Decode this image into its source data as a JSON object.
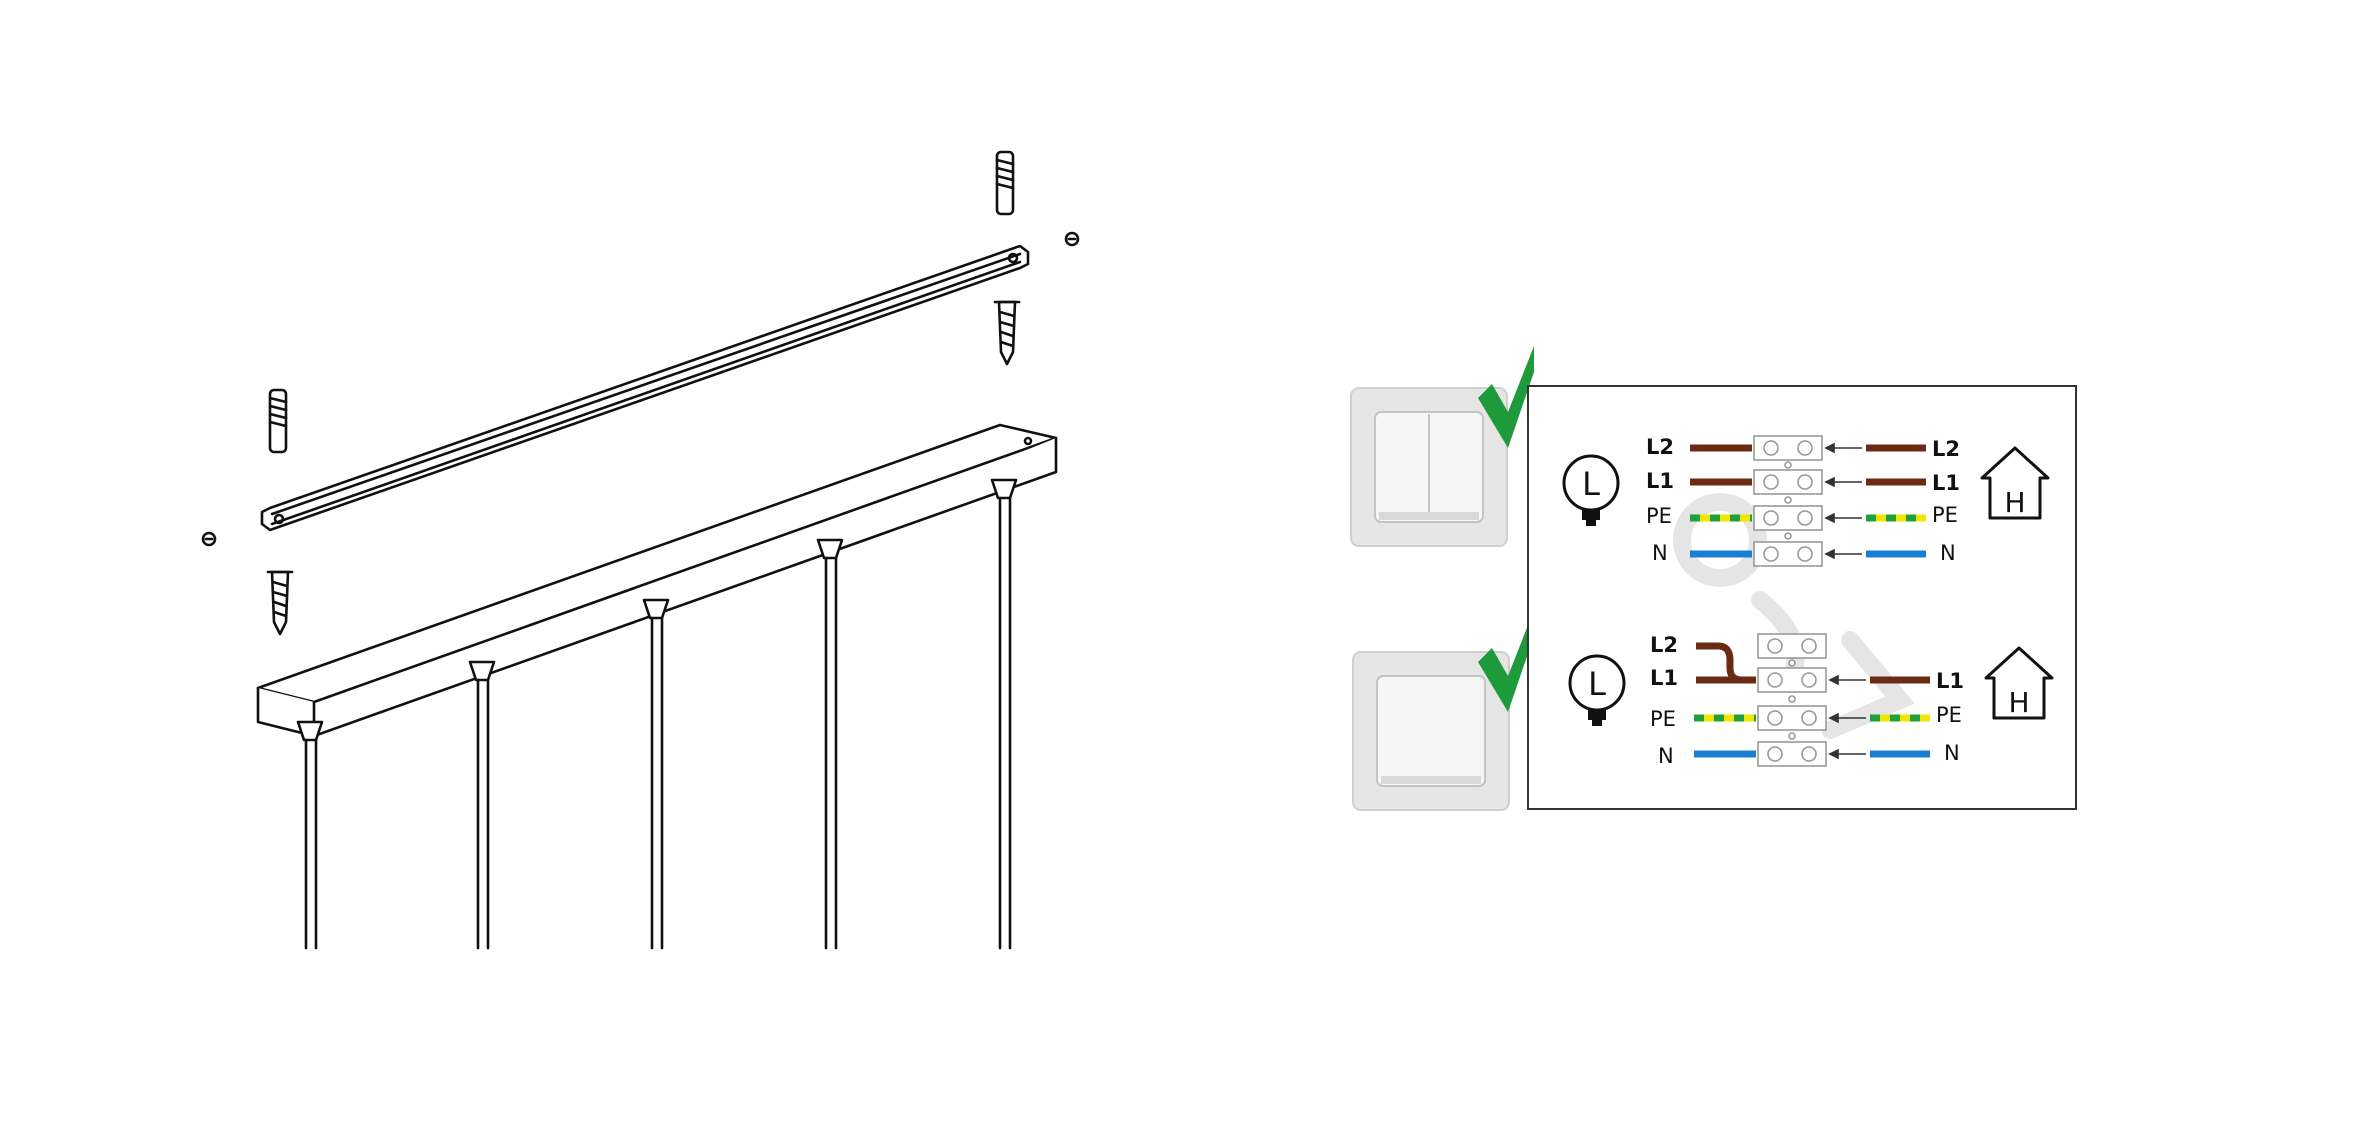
{
  "colors": {
    "live": "#6b2a12",
    "neutral": "#1a7fd0",
    "earth_green": "#1fa03a",
    "earth_yellow": "#f2e600",
    "check": "#1e9a3a",
    "switch_plate": "#e9e9e9",
    "line": "#111111"
  },
  "icons": {
    "lamp": "lamp-L-icon",
    "house": "house-H-icon",
    "check": "check-mark-icon",
    "double_switch": "double-switch-icon",
    "single_switch": "single-switch-icon"
  },
  "diagram": {
    "lamp_symbol": "L",
    "house_symbol": "H",
    "double_switch_wiring": {
      "left_labels": [
        "L2",
        "L1",
        "PE",
        "N"
      ],
      "right_labels": [
        "L2",
        "L1",
        "PE",
        "N"
      ]
    },
    "single_switch_wiring": {
      "left_labels": [
        "L2",
        "L1",
        "PE",
        "N"
      ],
      "right_labels": [
        "L1",
        "PE",
        "N"
      ]
    }
  }
}
